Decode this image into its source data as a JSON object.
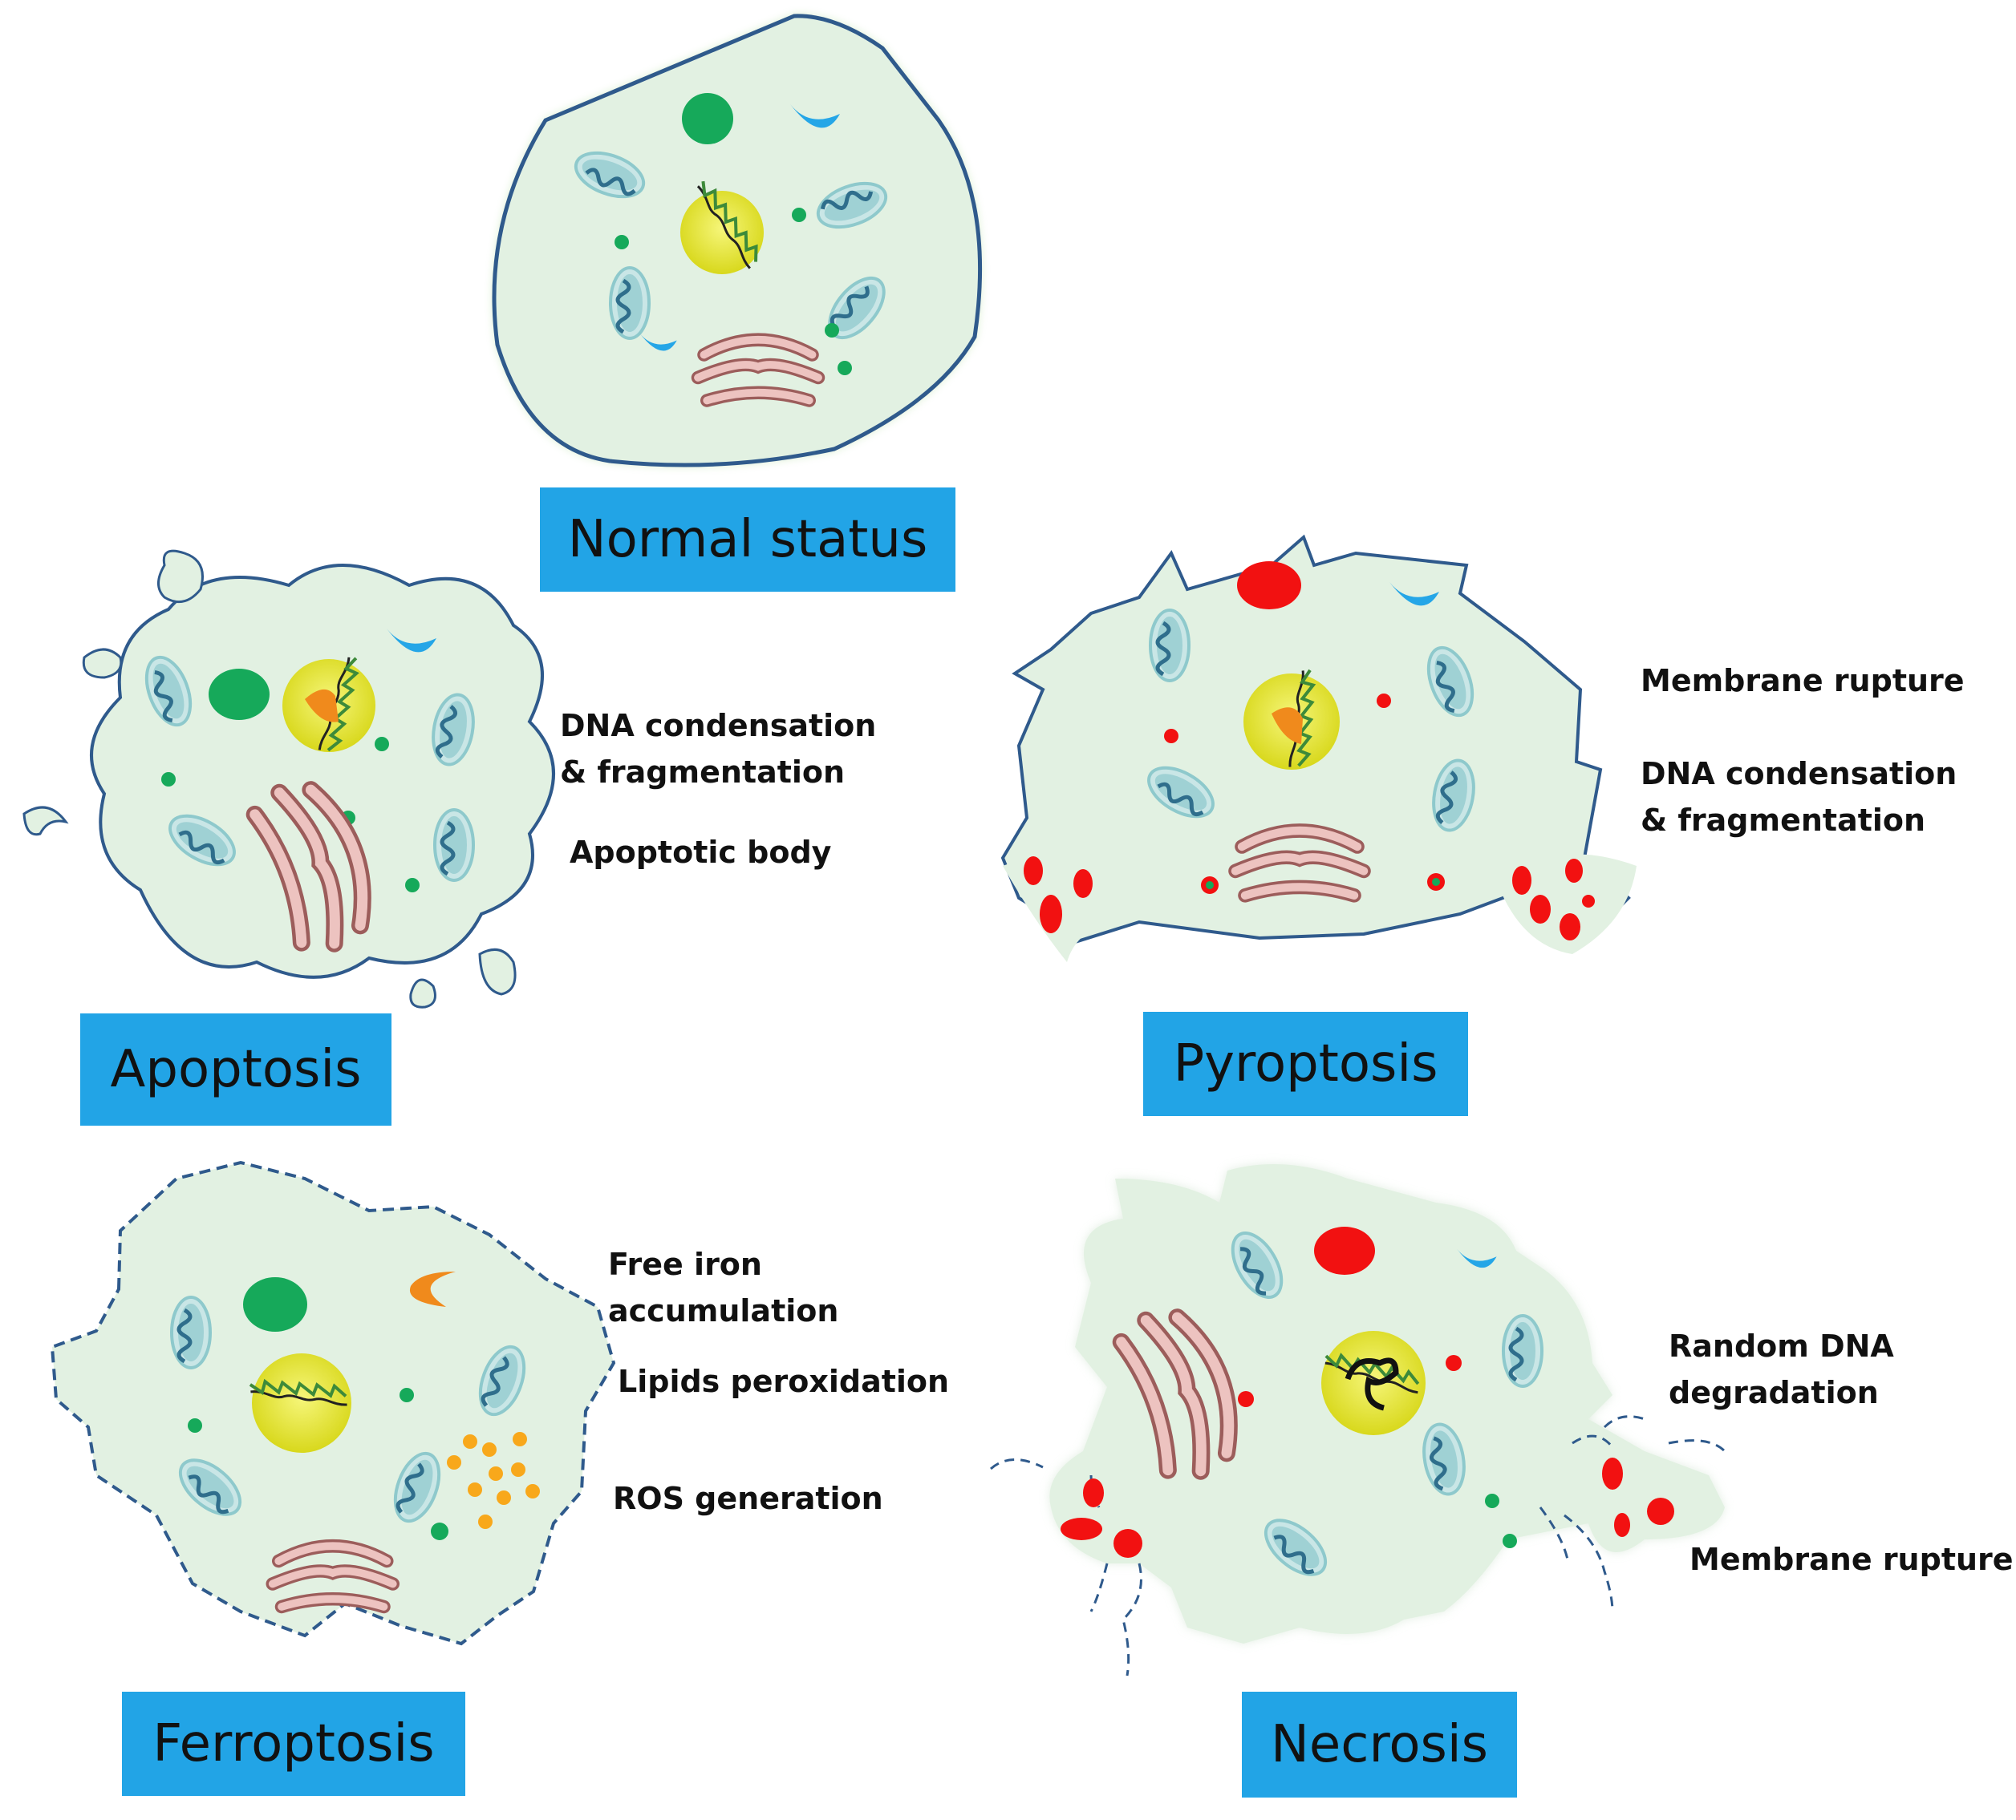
{
  "colors": {
    "cytoplasm": "#e2f1e2",
    "membrane": "#2f5a8c",
    "label_box": "#22a4e6",
    "green_organelle": "#16a95a",
    "red_organelle": "#f21111",
    "nucleus": "#e4e425",
    "lysosome_blue": "#25a6e7",
    "lysosome_orange": "#f08a1c",
    "iron_dots": "#f8a81b",
    "golgi": "#d6928f",
    "mitochondria": "#5ab0b4"
  },
  "panels": {
    "normal": {
      "title": "Normal status",
      "notes": []
    },
    "apoptosis": {
      "title": "Apoptosis",
      "notes": [
        "DNA condensation",
        "& fragmentation",
        "Apoptotic body"
      ]
    },
    "pyroptosis": {
      "title": "Pyroptosis",
      "notes": [
        "Membrane rupture",
        "DNA condensation",
        "& fragmentation"
      ]
    },
    "ferroptosis": {
      "title": "Ferroptosis",
      "notes": [
        "Free iron",
        "accumulation",
        "Lipids peroxidation",
        "ROS generation"
      ]
    },
    "necrosis": {
      "title": "Necrosis",
      "notes": [
        "Random DNA",
        "degradation",
        "Membrane rupture"
      ]
    }
  }
}
